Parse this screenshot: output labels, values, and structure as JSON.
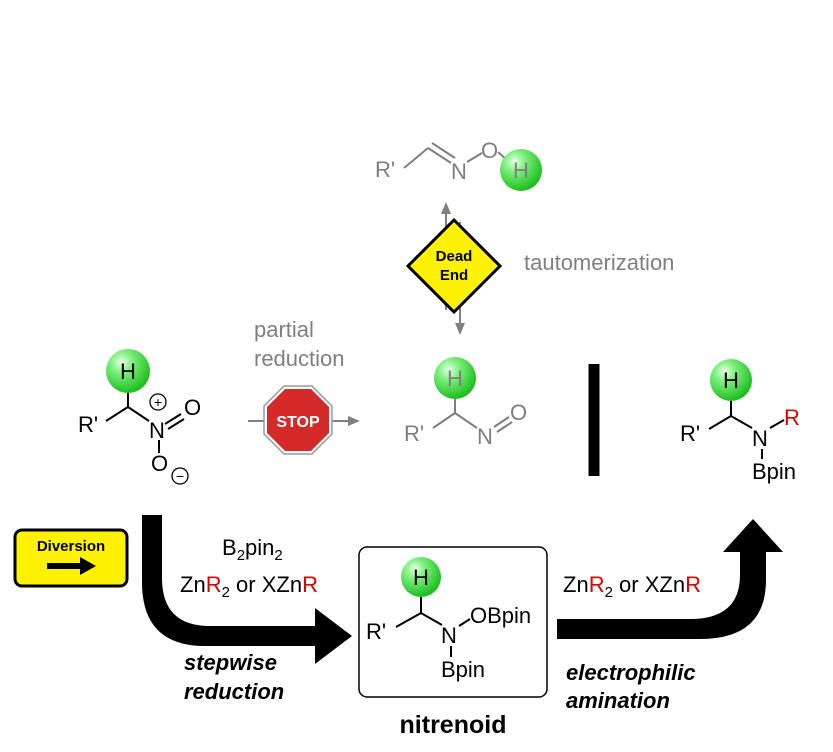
{
  "oxime": {
    "r_label": "R'",
    "n_label": "N",
    "o_label": "O",
    "h_label": "H"
  },
  "dead_end_sign": {
    "line1": "Dead",
    "line2": "End",
    "fill": "#FFF200"
  },
  "tautomerization_label": "tautomerization",
  "partial_reduction": {
    "line1": "partial",
    "line2": "reduction"
  },
  "stop_sign": {
    "label": "STOP",
    "fill": "#D42A2A"
  },
  "nitro_compound": {
    "h_label": "H",
    "r_label": "R'",
    "n_label": "N",
    "plus_label": "+",
    "o_top_label": "O",
    "o_bottom_label": "O",
    "minus_label": "−"
  },
  "nitroso_compound": {
    "h_label": "H",
    "r_label": "R'",
    "n_label": "N",
    "o_label": "O"
  },
  "product": {
    "h_label": "H",
    "r_prime_label": "R'",
    "n_label": "N",
    "r_label": "R",
    "bpin_label": "Bpin"
  },
  "diversion_sign": {
    "label": "Diversion",
    "fill": "#FFF200"
  },
  "reagents_left": {
    "b2pin2_base": "B",
    "b2pin2_sub1": "2",
    "b2pin2_pin": "pin",
    "b2pin2_sub2": "2",
    "zn": "Zn",
    "r": "R",
    "sub2": "2",
    "or": " or XZn",
    "r2": "R"
  },
  "stepwise_reduction": {
    "line1": "stepwise",
    "line2": "reduction"
  },
  "nitrenoid": {
    "h_label": "H",
    "r_label": "R'",
    "n_label": "N",
    "obpin_label": "OBpin",
    "bpin_label": "Bpin",
    "caption": "nitrenoid"
  },
  "reagents_right": {
    "zn": "Zn",
    "r": "R",
    "sub2": "2",
    "or": " or XZn",
    "r2": "R"
  },
  "electrophilic_amination": {
    "line1": "electrophilic",
    "line2": "amination"
  },
  "colors": {
    "highlight_green": "#5CE65C",
    "red_group": "#E00000",
    "gray_text": "#7F7F7F",
    "black": "#000000"
  }
}
